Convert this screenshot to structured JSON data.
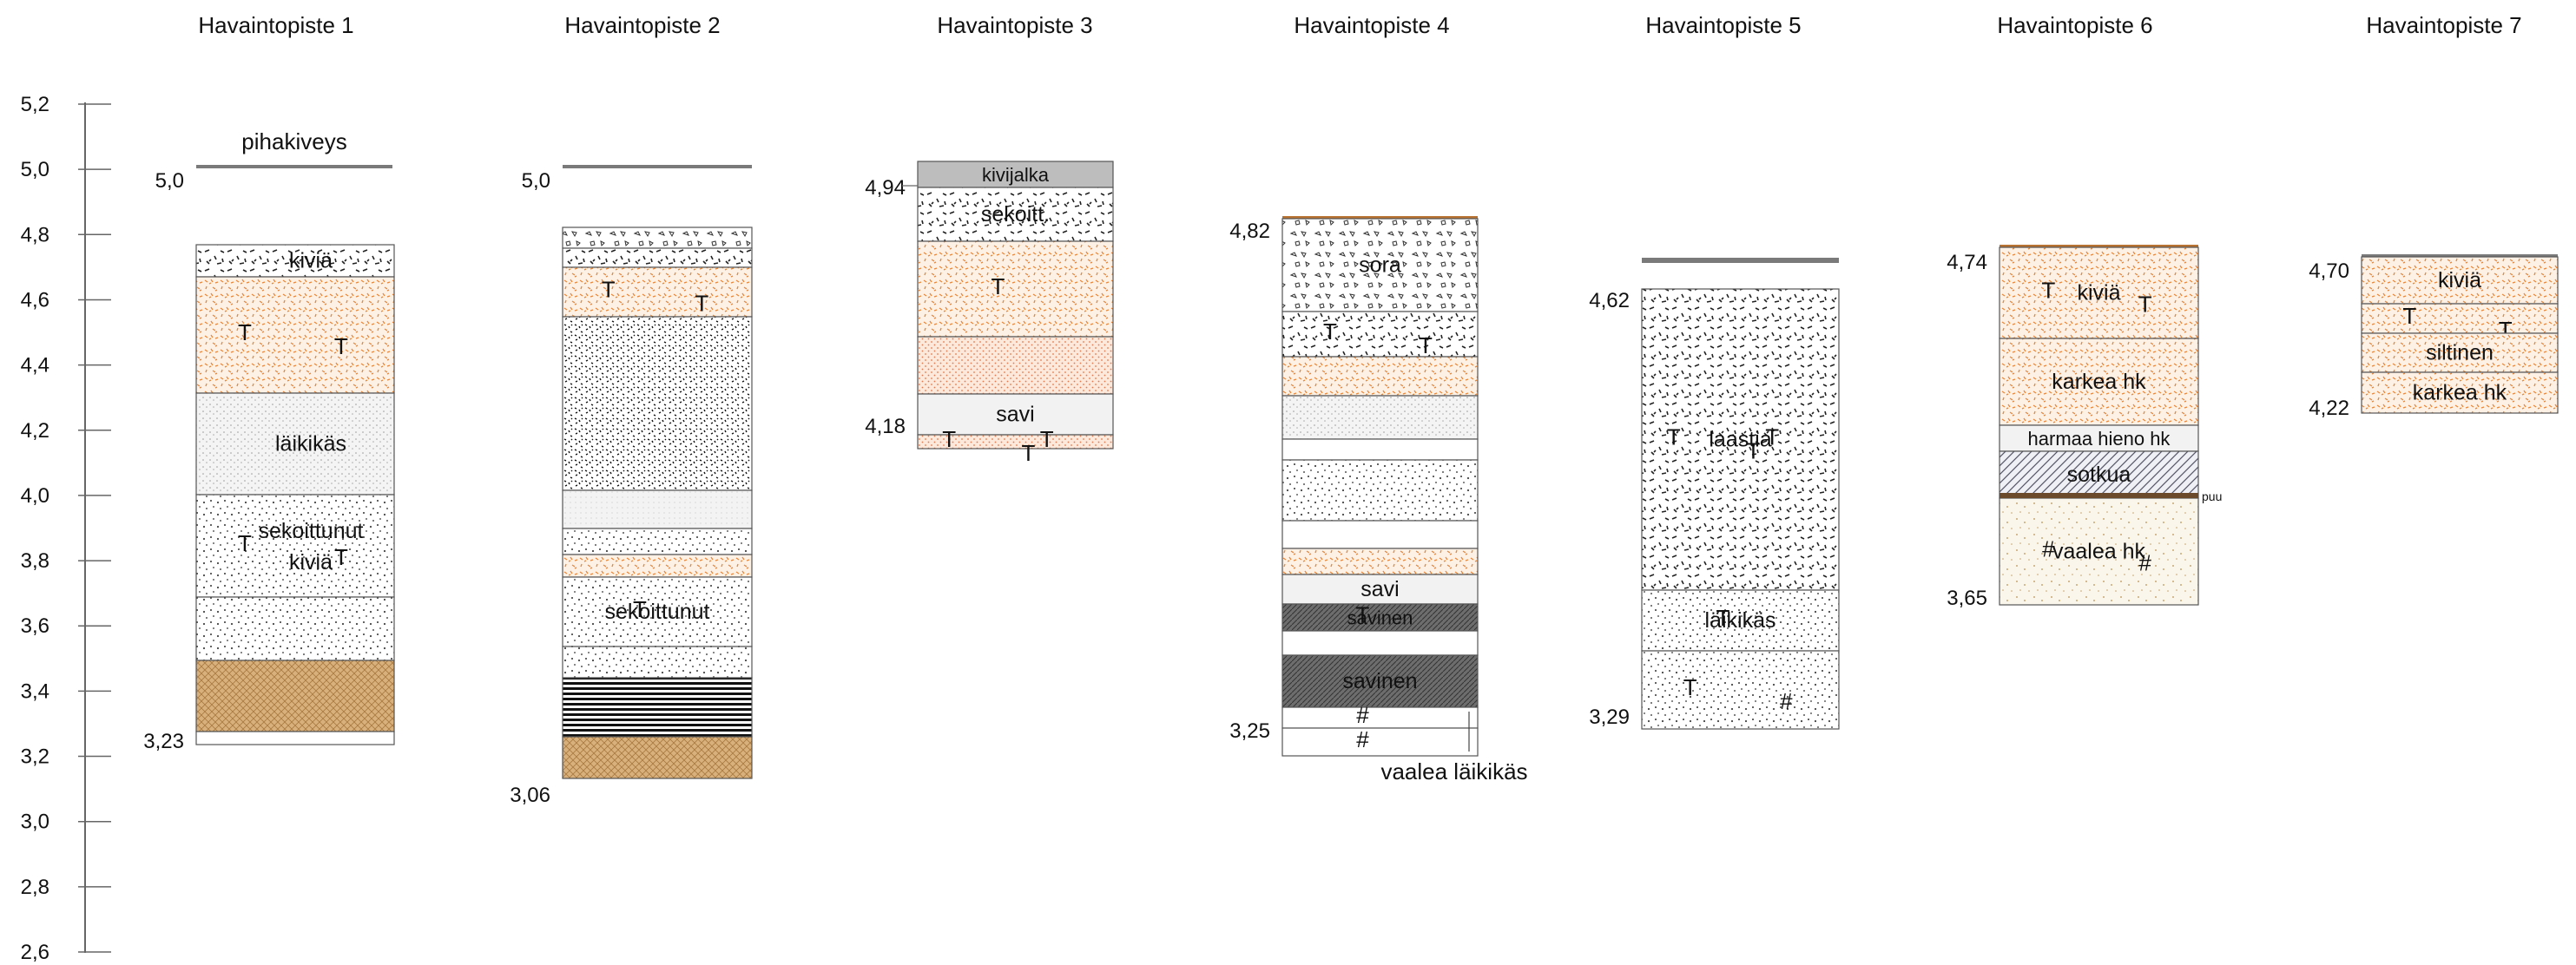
{
  "axis": {
    "ticks": [
      "5,2",
      "5,0",
      "4,8",
      "4,6",
      "4,4",
      "4,2",
      "4,0",
      "3,8",
      "3,6",
      "3,4",
      "3,2",
      "3,0",
      "2,8",
      "2,6"
    ]
  },
  "profiles": [
    {
      "title": "Havaintopiste 1",
      "top_label": "5,0",
      "bottom_label": "3,23",
      "surface_label": "pihakiveys",
      "layers": [
        {
          "label": "kiviä",
          "pattern": "dash"
        },
        {
          "label": "",
          "pattern": "orange",
          "marks": [
            "T",
            "T"
          ]
        },
        {
          "label": "läikikäs",
          "pattern": "grey"
        },
        {
          "label": "sekoittunut\nkiviä",
          "pattern": "dots",
          "marks": [
            "T",
            "T"
          ]
        },
        {
          "label": "",
          "pattern": "dots"
        },
        {
          "label": "",
          "pattern": "brown"
        },
        {
          "label": "",
          "pattern": "blank"
        }
      ]
    },
    {
      "title": "Havaintopiste 2",
      "top_label": "5,0",
      "bottom_label": "3,06",
      "layers": [
        {
          "label": "",
          "pattern": "gravel"
        },
        {
          "label": "",
          "pattern": "dash"
        },
        {
          "label": "",
          "pattern": "orange",
          "marks": [
            "T",
            "T"
          ]
        },
        {
          "label": "",
          "pattern": "densedots"
        },
        {
          "label": "",
          "pattern": "lightgrey"
        },
        {
          "label": "",
          "pattern": "dots"
        },
        {
          "label": "",
          "pattern": "orange"
        },
        {
          "label": "sekoittunut",
          "pattern": "dots",
          "marks": [
            "T"
          ]
        },
        {
          "label": "",
          "pattern": "dots"
        },
        {
          "label": "",
          "pattern": "lines"
        },
        {
          "label": "",
          "pattern": "brown"
        }
      ]
    },
    {
      "title": "Havaintopiste 3",
      "top_label": "4,94",
      "bottom_label": "4,18",
      "layers": [
        {
          "label": "kivijalka",
          "pattern": "solidgrey"
        },
        {
          "label": "sekoitt.",
          "pattern": "dash"
        },
        {
          "label": "",
          "pattern": "orange",
          "marks": [
            "T"
          ]
        },
        {
          "label": "",
          "pattern": "orangedots"
        },
        {
          "label": "savi",
          "pattern": "clay"
        },
        {
          "label": "",
          "pattern": "orangedots",
          "marks": [
            "T",
            "T",
            "T"
          ]
        }
      ]
    },
    {
      "title": "Havaintopiste 4",
      "top_label": "4,82",
      "bottom_label": "3,25",
      "callout": "vaalea läikikäs",
      "layers": [
        {
          "label": "sora",
          "pattern": "gravel"
        },
        {
          "label": "",
          "pattern": "dash",
          "marks": [
            "T",
            "T"
          ]
        },
        {
          "label": "",
          "pattern": "orange"
        },
        {
          "label": "",
          "pattern": "grey"
        },
        {
          "label": "",
          "pattern": "blank"
        },
        {
          "label": "",
          "pattern": "dots"
        },
        {
          "label": "",
          "pattern": "blank"
        },
        {
          "label": "",
          "pattern": "orange"
        },
        {
          "label": "savi",
          "pattern": "clay"
        },
        {
          "label": "savinen",
          "pattern": "darkgrey",
          "marks": [
            "T"
          ]
        },
        {
          "label": "",
          "pattern": "blank"
        },
        {
          "label": "savinen",
          "pattern": "darkgrey"
        },
        {
          "label": "",
          "pattern": "blank",
          "marks": [
            "#"
          ]
        },
        {
          "label": "",
          "pattern": "blank",
          "marks": [
            "#"
          ]
        }
      ]
    },
    {
      "title": "Havaintopiste 5",
      "top_label": "4,62",
      "bottom_label": "3,29",
      "layers": [
        {
          "label": "laastia",
          "pattern": "dash",
          "marks": [
            "T",
            "T",
            "T"
          ]
        },
        {
          "label": "läikikäs",
          "pattern": "dots",
          "marks": [
            "T"
          ]
        },
        {
          "label": "",
          "pattern": "dots",
          "marks": [
            "T",
            "#"
          ]
        }
      ]
    },
    {
      "title": "Havaintopiste 6",
      "top_label": "4,74",
      "bottom_label": "3,65",
      "side_note": "puu",
      "layers": [
        {
          "label": "kiviä",
          "pattern": "orange",
          "marks": [
            "T",
            "T"
          ]
        },
        {
          "label": "karkea hk",
          "pattern": "orange"
        },
        {
          "label": "harmaa hieno hk",
          "pattern": "clay"
        },
        {
          "label": "sotkua",
          "pattern": "hatch"
        },
        {
          "label": "vaalea hk",
          "pattern": "beige",
          "marks": [
            "#",
            "#"
          ]
        }
      ]
    },
    {
      "title": "Havaintopiste 7",
      "top_label": "4,70",
      "bottom_label": "4,22",
      "layers": [
        {
          "label": "kiviä",
          "pattern": "orange"
        },
        {
          "label": "",
          "pattern": "orange",
          "marks": [
            "T",
            "T"
          ]
        },
        {
          "label": "siltinen",
          "pattern": "orange"
        },
        {
          "label": "karkea hk",
          "pattern": "orange"
        }
      ]
    }
  ],
  "colors": {
    "surface_line": "#7a7a7a",
    "wood_line": "#b87333",
    "mark_red": "#e0001b",
    "orange_fill": "#e8873a",
    "brown_fill": "#c89a62"
  }
}
